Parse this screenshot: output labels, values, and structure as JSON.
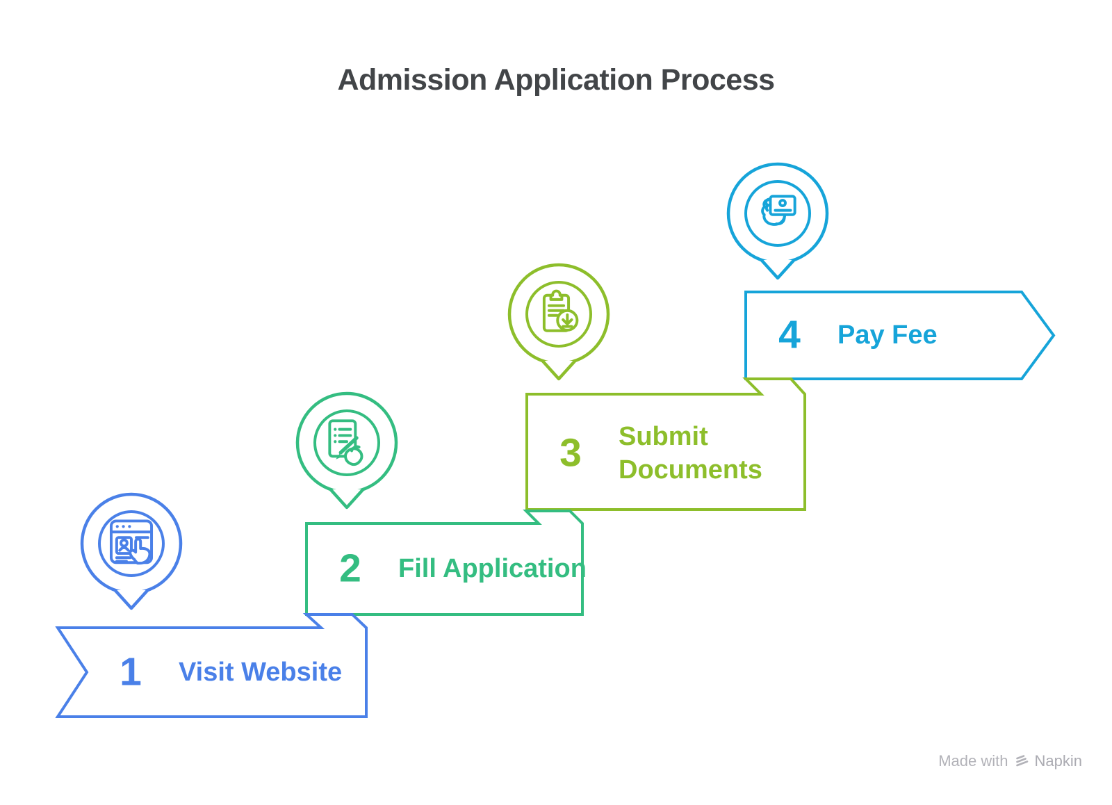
{
  "title": "Admission Application Process",
  "steps": [
    {
      "number": "1",
      "label": "Visit Website",
      "color": "#4a80e8",
      "icon": "website-click-icon"
    },
    {
      "number": "2",
      "label": "Fill Application",
      "color": "#34bd81",
      "icon": "form-pen-icon"
    },
    {
      "number": "3",
      "label": "Submit Documents",
      "color": "#8dbe2b",
      "icon": "clipboard-download-icon"
    },
    {
      "number": "4",
      "label": "Pay Fee",
      "color": "#16a4d9",
      "icon": "hand-card-icon"
    }
  ],
  "watermark": {
    "prefix": "Made with",
    "brand": "Napkin"
  },
  "colors": {
    "title": "#424548",
    "watermark": "#b2b2b8",
    "background": "#ffffff"
  }
}
